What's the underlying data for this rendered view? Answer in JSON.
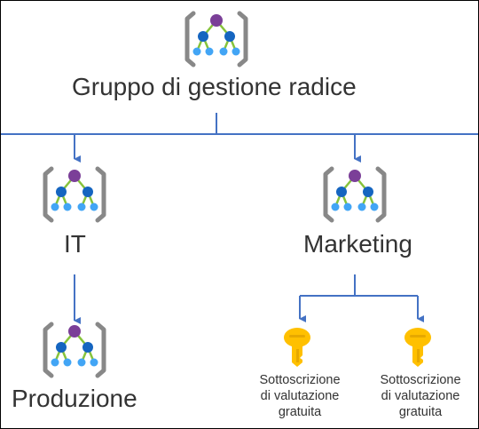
{
  "diagram": {
    "root": {
      "label": "Gruppo di gestione radice",
      "icon": "management-group-icon"
    },
    "it": {
      "label": "IT",
      "icon": "management-group-icon"
    },
    "marketing": {
      "label": "Marketing",
      "icon": "management-group-icon"
    },
    "produzione": {
      "label": "Produzione",
      "icon": "management-group-icon"
    },
    "subscriptions": [
      {
        "line1": "Sottoscrizione",
        "line2": "di valutazione",
        "line3": "gratuita",
        "icon": "key-icon"
      },
      {
        "line1": "Sottoscrizione",
        "line2": "di valutazione",
        "line3": "gratuita",
        "icon": "key-icon"
      }
    ]
  },
  "colors": {
    "line": "#4472c4",
    "bracket": "#888888",
    "purple": "#7b3f98",
    "blue": "#1565c0",
    "light_blue": "#42a5f5",
    "green": "#86c33b",
    "key_gold": "#ffc000",
    "key_dark": "#e6a800"
  }
}
